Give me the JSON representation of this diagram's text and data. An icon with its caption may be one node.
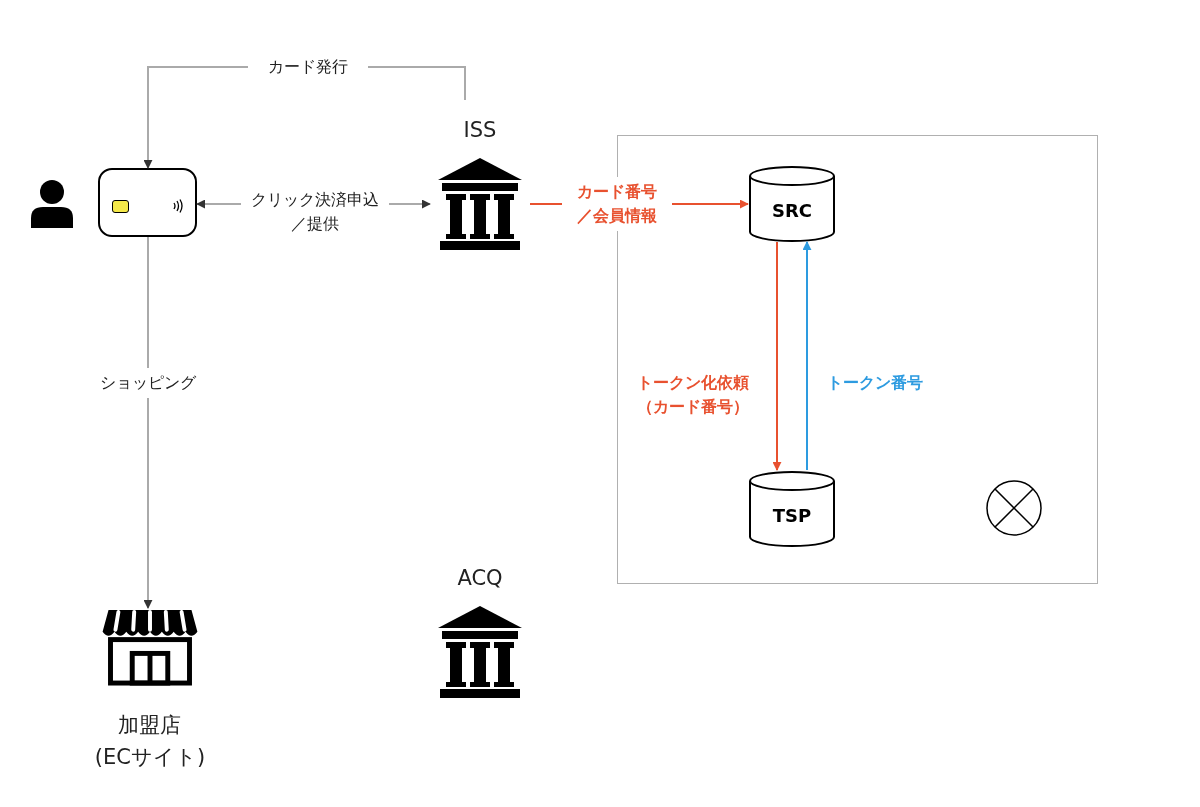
{
  "diagram": {
    "nodes": [
      {
        "text": [],
        "shape": "box"
      },
      {
        "text": [
          "ISS"
        ]
      },
      {
        "text": [],
        "shape": "box"
      },
      {
        "text": [
          "SRC"
        ],
        "in": 2
      },
      {
        "text": [
          "TSP"
        ],
        "in": 2
      },
      {
        "text": [
          "加盟店",
          "(ECサイト)"
        ]
      },
      {
        "text": [
          "ACQ"
        ]
      }
    ],
    "edges": [
      {
        "from": 1,
        "to": 0,
        "arrow": "to",
        "label": "カード発行"
      },
      {
        "from": 0,
        "to": 1,
        "arrow": "both",
        "label": "クリック決済申込／提供"
      },
      {
        "from": 0,
        "to": 5,
        "arrow": "to",
        "label": "ショッピング"
      },
      {
        "from": 1,
        "to": 3,
        "arrow": "to",
        "label": "カード番号／会員情報",
        "color": "#e8512f"
      },
      {
        "from": 3,
        "to": 4,
        "arrow": "to",
        "label": "トークン化依頼（カード番号）",
        "color": "#e8512f"
      },
      {
        "from": 4,
        "to": 3,
        "arrow": "to",
        "label": "トークン番号",
        "color": "#2d9be0"
      }
    ]
  }
}
